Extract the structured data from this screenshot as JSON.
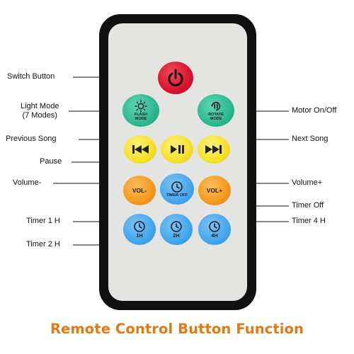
{
  "diagram": {
    "footer_title": "Remote Control Button Function",
    "colors": {
      "remote_body": "#111111",
      "remote_face": "#e4e5e2",
      "power": "#d8142c",
      "mode_green": "#2cb890",
      "yellow": "#f6e12a",
      "orange": "#f39a1c",
      "blue": "#44a6ec",
      "title_orange": "#e07a12"
    },
    "buttons": {
      "power": {
        "icon": "power-icon"
      },
      "flash_mode": {
        "text": "FLASH\nMODE",
        "icon": "sun-icon"
      },
      "rotate_mode": {
        "text": "ROTATE\nMODE",
        "icon": "pause-rotate-icon"
      },
      "previous": {
        "icon": "previous-track-icon"
      },
      "play_pause": {
        "icon": "play-pause-icon"
      },
      "next": {
        "icon": "next-track-icon"
      },
      "vol_down": {
        "text": "VOL-"
      },
      "timer_off": {
        "text": "TIMER OFF",
        "icon": "clock-icon"
      },
      "vol_up": {
        "text": "VOL+"
      },
      "timer_1h": {
        "text": "1H",
        "icon": "clock-icon"
      },
      "timer_2h": {
        "text": "2H",
        "icon": "clock-icon"
      },
      "timer_4h": {
        "text": "4H",
        "icon": "clock-icon"
      }
    },
    "labels": {
      "switch_button": "Switch Button",
      "light_mode_line1": "Light Mode",
      "light_mode_line2": "(7 Modes)",
      "previous_song": "Previous Song",
      "pause": "Pause",
      "volume_down": "Volume-",
      "timer_1h": "Timer 1 H",
      "timer_2h": "Timer 2 H",
      "motor_on_off": "Motor On/Off",
      "next_song": "Next Song",
      "volume_up": "Volume+",
      "timer_off": "Timer Off",
      "timer_4h": "Timer 4 H"
    }
  }
}
